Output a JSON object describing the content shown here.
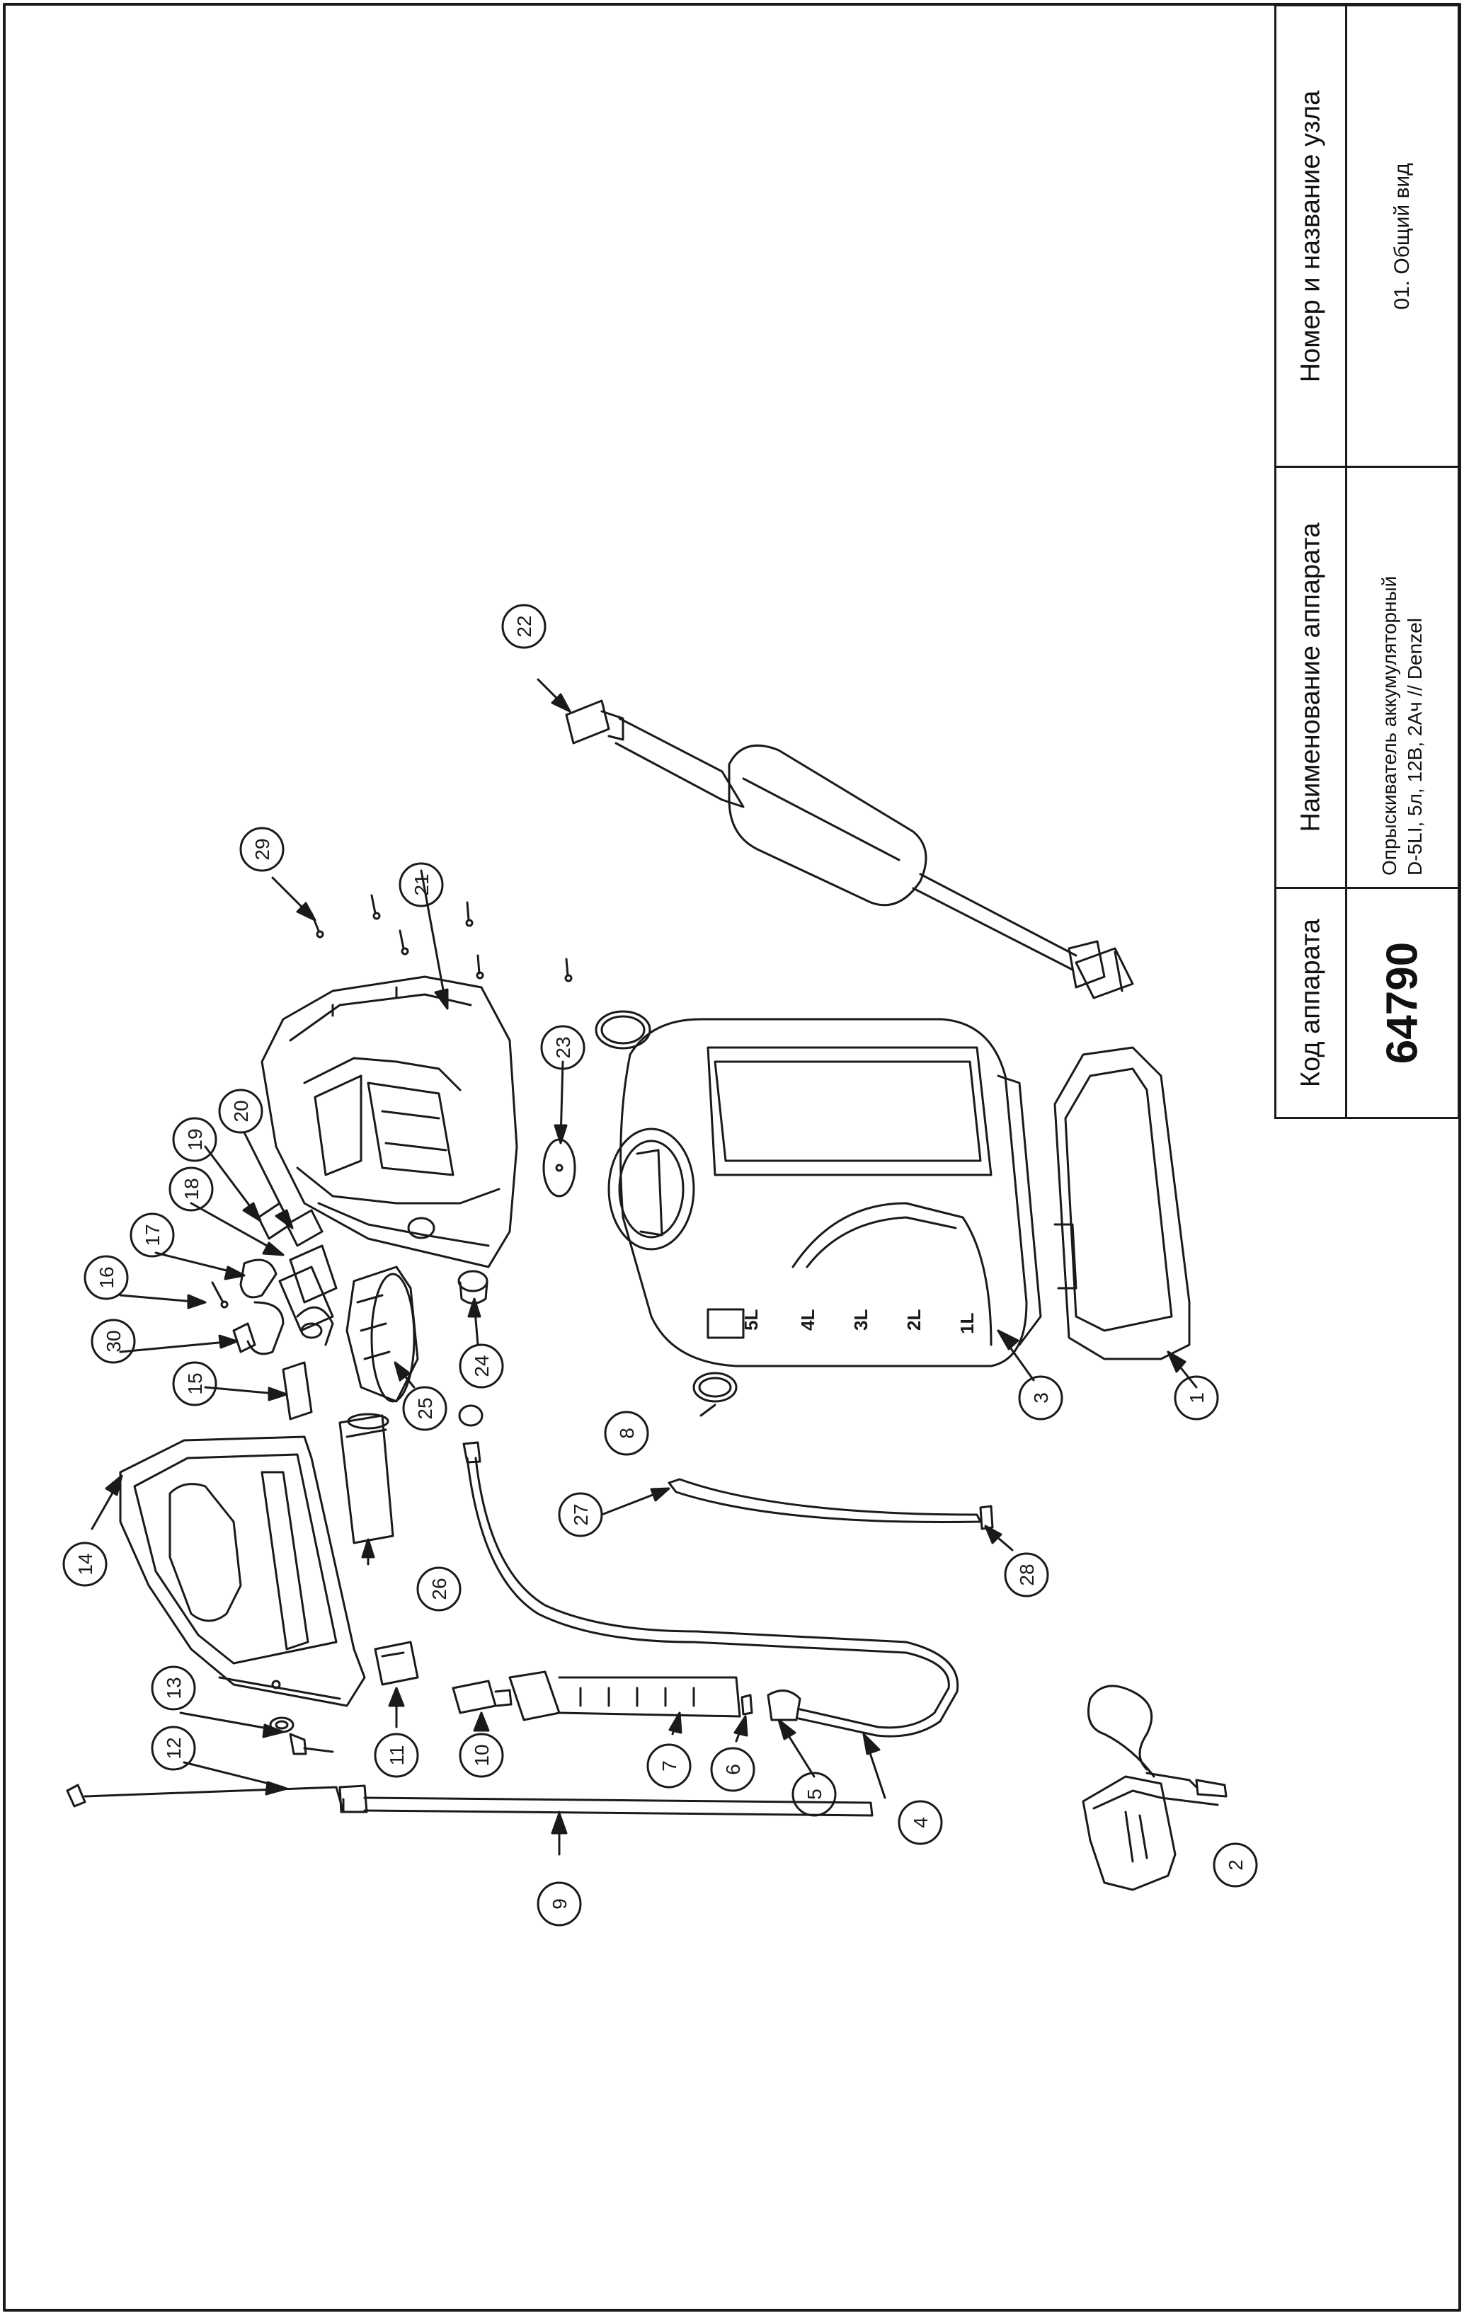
{
  "title_block": {
    "code_header": "Код аппарата",
    "code_value": "64790",
    "name_header": "Наименование аппарата",
    "name_value_line1": "Опрыскиватель аккумуляторный",
    "name_value_line2": "D-5LI, 5л, 12В, 2Ач // Denzel",
    "node_header": "Номер и название узла",
    "node_value": "01. Общий вид"
  },
  "callouts": [
    "1",
    "2",
    "3",
    "4",
    "5",
    "6",
    "7",
    "8",
    "9",
    "10",
    "11",
    "12",
    "13",
    "14",
    "15",
    "16",
    "17",
    "18",
    "19",
    "20",
    "21",
    "22",
    "23",
    "24",
    "25",
    "26",
    "27",
    "28",
    "29",
    "30"
  ],
  "tank_scale_labels": [
    "5L",
    "4L",
    "3L",
    "2L",
    "1L"
  ],
  "colors": {
    "line": "#1a1a1a",
    "background": "#ffffff"
  }
}
